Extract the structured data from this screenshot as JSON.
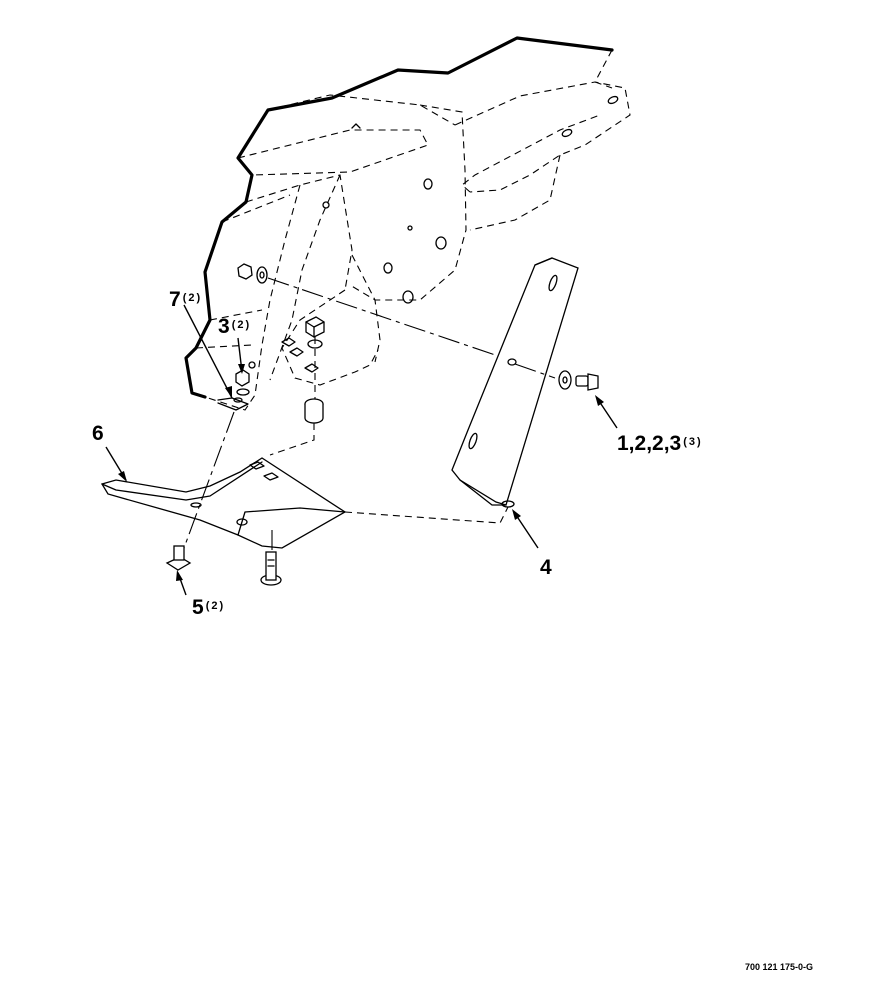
{
  "callouts": {
    "c7": {
      "number": "7",
      "qty": "(2)"
    },
    "c3": {
      "number": "3",
      "qty": "(2)"
    },
    "c6": {
      "number": "6",
      "qty": ""
    },
    "c5": {
      "number": "5",
      "qty": "(2)"
    },
    "c4": {
      "number": "4",
      "qty": ""
    },
    "c1223": {
      "number": "1,2,2,3",
      "qty": "(3)"
    }
  },
  "figure_id": "700 121 175-0-G"
}
